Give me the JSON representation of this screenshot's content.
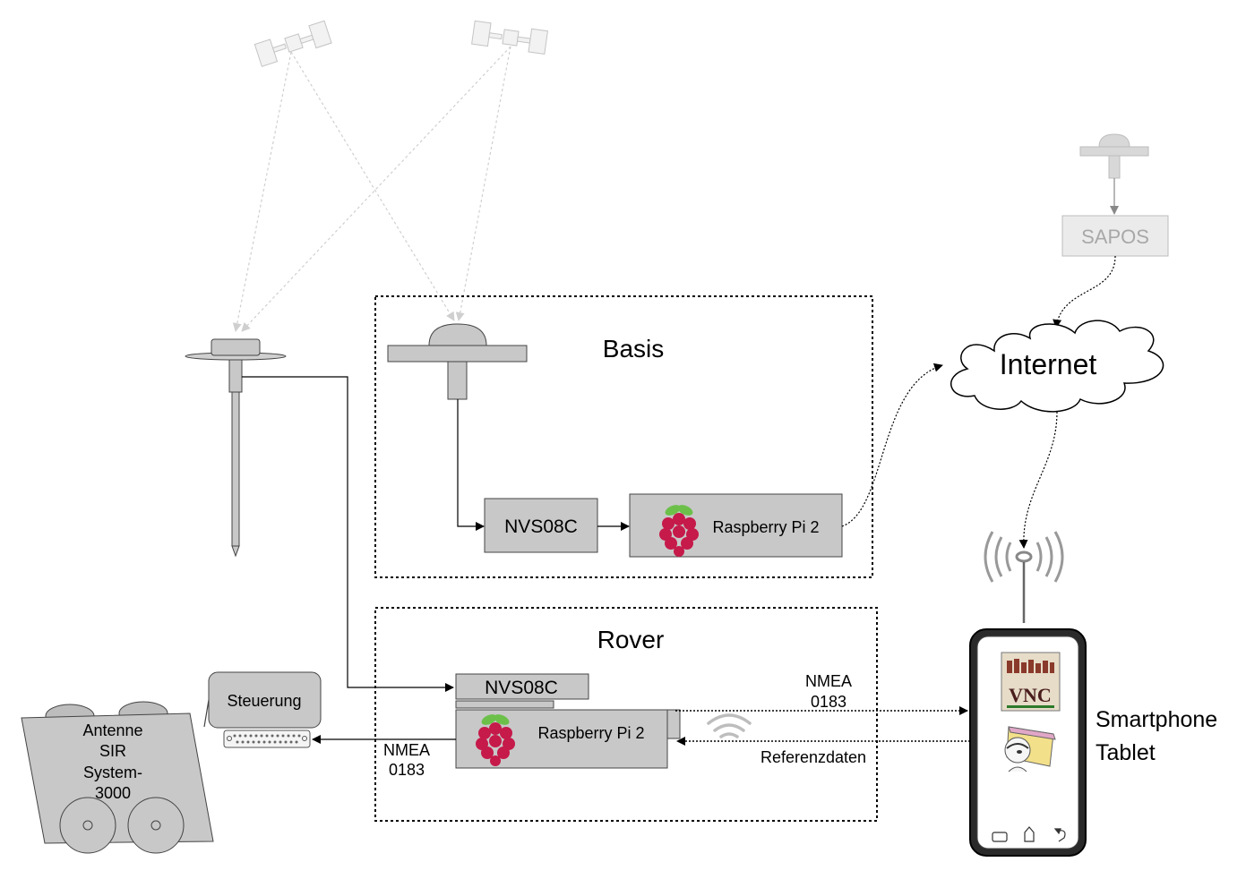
{
  "labels": {
    "basis": "Basis",
    "rover": "Rover",
    "basis_receiver": "NVS08C",
    "basis_computer": "Raspberry Pi 2",
    "rover_receiver": "NVS08C",
    "rover_computer": "Raspberry Pi 2",
    "internet": "Internet",
    "sapos": "SAPOS",
    "steuerung": "Steuerung",
    "machine_line1": "Antenne",
    "machine_line2": "SIR",
    "machine_line3": "System-",
    "machine_line4": "3000",
    "nmea_right_1": "NMEA",
    "nmea_right_2": "0183",
    "nmea_left_1": "NMEA",
    "nmea_left_2": "0183",
    "referenzdaten": "Referenzdaten",
    "device_line1": "Smartphone",
    "device_line2": "Tablet",
    "vnc_logo": "VNC"
  },
  "colors": {
    "box_fill": "#c8c8c8",
    "box_stroke": "#444444",
    "faded": "#bdbdbd",
    "raspberry": "#c51a4a",
    "leaf": "#6cc04a"
  },
  "icons": {
    "satellite": "satellite-icon",
    "antenna": "gnss-antenna-icon",
    "rover_pole": "rover-pole-antenna-icon",
    "cloud": "cloud-icon",
    "cell_tower": "cell-tower-icon",
    "wifi": "wifi-icon",
    "raspberry": "raspberry-pi-logo-icon",
    "serial_port": "db25-connector-icon",
    "vnc": "vnc-viewer-icon",
    "remote": "remote-desktop-icon"
  }
}
